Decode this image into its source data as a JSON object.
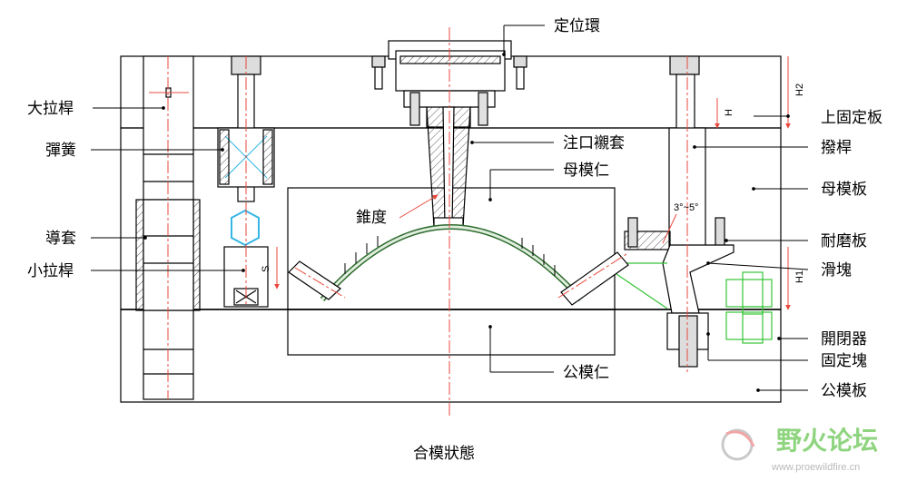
{
  "labels": {
    "dingweihuan": "定位環",
    "dalagan": "大拉桿",
    "shang_gudingban": "上固定板",
    "tanhuang": "彈簧",
    "zhukou_chentao": "注口襯套",
    "bogan": "撥桿",
    "mumoren": "母模仁",
    "mumoban": "母模板",
    "daotao": "導套",
    "zhuidu": "錐度",
    "naimoban": "耐磨板",
    "xiaolagan": "小拉桿",
    "huakuai": "滑塊",
    "kaibiqi": "開閉器",
    "gudingkuai": "固定塊",
    "gongmoren": "公模仁",
    "gongmoban": "公模板"
  },
  "dimensions": {
    "h": "H",
    "h1": "H1",
    "h2": "H2",
    "s": "S",
    "angle": "3°~5°"
  },
  "caption": "合模狀態",
  "watermark": {
    "title": "野火论坛",
    "url": "www.proewildfire.cn"
  },
  "colors": {
    "line": "#000000",
    "centerline": "#e8483c",
    "ejector_green": "#35c435",
    "spring_blue": "#36b6e6",
    "hatch": "#555555",
    "watermark_green": "#8fd47f"
  }
}
